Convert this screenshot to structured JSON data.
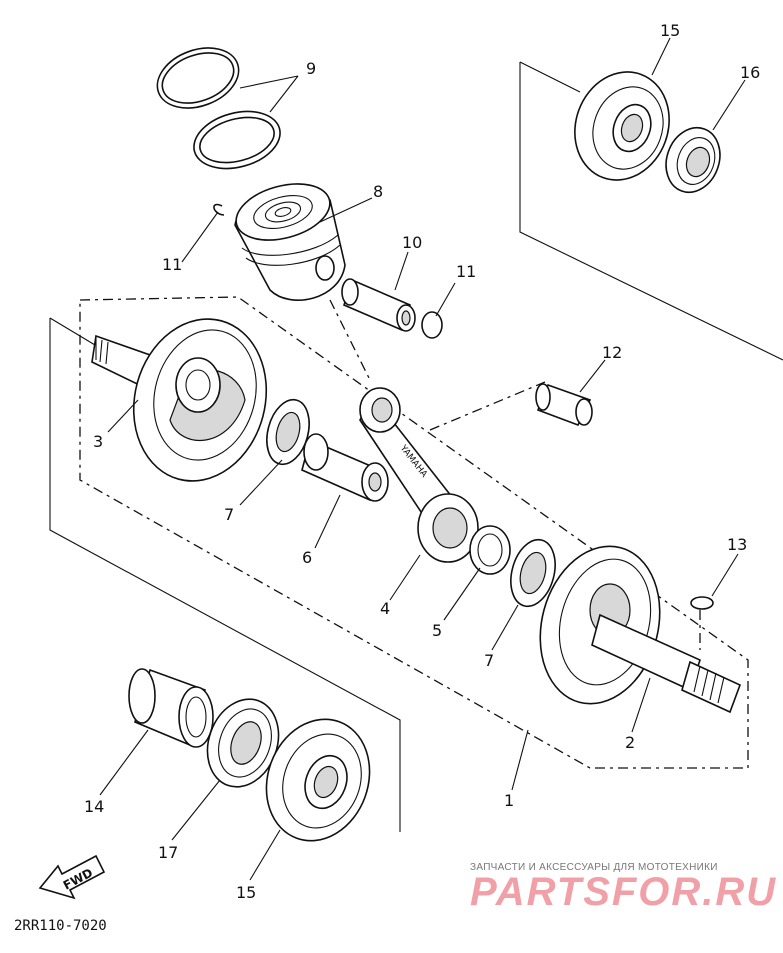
{
  "diagram_code": "2RR110-7020",
  "watermark": {
    "caption": "ЗАПЧАСТИ И АКСЕССУАРЫ ДЛЯ МОТОТЕХНИКИ",
    "brand": "PARTSFOR.RU"
  },
  "fwd_label": "FWD",
  "rod_marking": "YAMAHA",
  "callouts": {
    "n1": "1",
    "n2": "2",
    "n3": "3",
    "n4": "4",
    "n5": "5",
    "n6": "6",
    "n7a": "7",
    "n7b": "7",
    "n8": "8",
    "n9": "9",
    "n10": "10",
    "n11a": "11",
    "n11b": "11",
    "n12": "12",
    "n13": "13",
    "n14": "14",
    "n15a": "15",
    "n15b": "15",
    "n16": "16",
    "n17": "17"
  }
}
